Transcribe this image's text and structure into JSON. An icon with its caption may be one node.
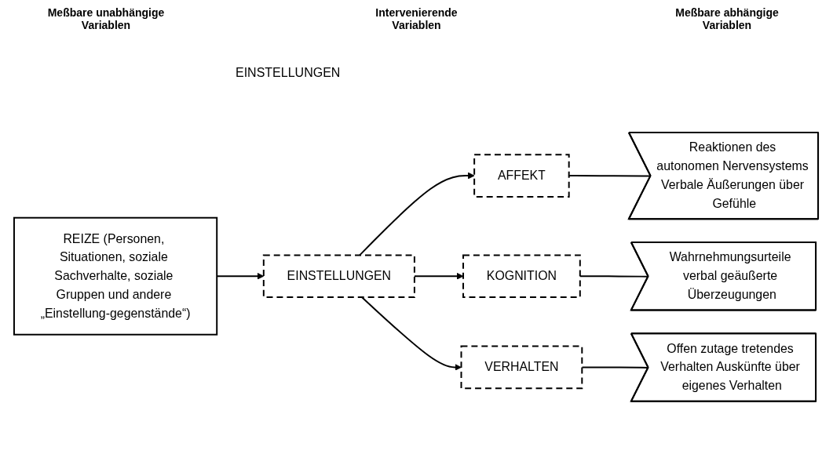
{
  "diagram": {
    "nodes": [
      {
        "text": [
          "REIZE (Personen, Situationen, soziale Sachverhalte, soziale Gruppen und andere „Einstellung-gegenstände“)"
        ]
      },
      {
        "text": [
          "EINSTELLUNGEN"
        ]
      },
      {
        "text": [
          "AFFEKT"
        ]
      },
      {
        "text": [
          "KOGNITION"
        ]
      },
      {
        "text": [
          "VERHALTEN"
        ]
      },
      {
        "text": [
          "Reaktionen des autonomen Nervensystems Verbale Äußerungen über Gefühle"
        ]
      },
      {
        "text": [
          "Wahrnehmungsurteile verbal geäußerte Überzeugungen"
        ]
      },
      {
        "text": [
          "Offen zutage tretendes Verhalten Auskünfte über eigenes Verhalten"
        ]
      }
    ],
    "edges": [
      {
        "from": 0,
        "to": 1,
        "arrow": "to"
      },
      {
        "from": 1,
        "to": 2,
        "arrow": "to"
      },
      {
        "from": 1,
        "to": 3,
        "arrow": "to"
      },
      {
        "from": 1,
        "to": 4,
        "arrow": "to"
      },
      {
        "from": 2,
        "to": 5,
        "arrow": "none"
      },
      {
        "from": 3,
        "to": 6,
        "arrow": "none"
      },
      {
        "from": 4,
        "to": 7,
        "arrow": "none"
      }
    ],
    "labels": [
      "Meßbare unabhängige Variablen",
      "Intervenierende Variablen",
      "Meßbare abhängige Variablen",
      "EINSTELLUNGEN"
    ]
  }
}
